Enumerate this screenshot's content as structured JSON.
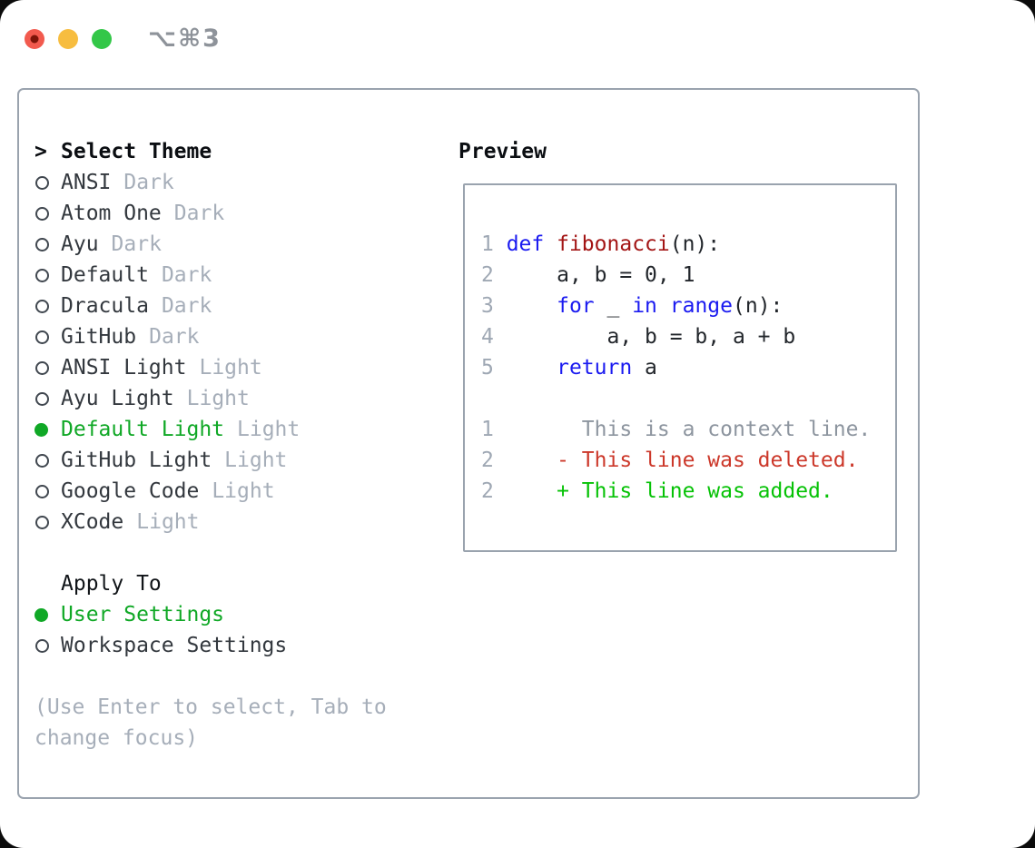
{
  "colors": {
    "accent_green": "#10a826",
    "keyword_blue": "#1a1af0",
    "function_red": "#a31515",
    "deleted_red": "#cc382a",
    "added_green": "#06c206",
    "muted_gray": "#a6aeb9",
    "border_gray": "#9aa3ae",
    "traffic_red": "#f25a4e",
    "traffic_yellow": "#f7bd40",
    "traffic_green": "#33c748"
  },
  "titlebar": {
    "shortcut": "⌥⌘3"
  },
  "theme_panel": {
    "header": "Select Theme",
    "items": [
      {
        "name": "ANSI",
        "variant": "Dark",
        "selected": false
      },
      {
        "name": "Atom One",
        "variant": "Dark",
        "selected": false
      },
      {
        "name": "Ayu",
        "variant": "Dark",
        "selected": false
      },
      {
        "name": "Default",
        "variant": "Dark",
        "selected": false
      },
      {
        "name": "Dracula",
        "variant": "Dark",
        "selected": false
      },
      {
        "name": "GitHub",
        "variant": "Dark",
        "selected": false
      },
      {
        "name": "ANSI Light",
        "variant": "Light",
        "selected": false
      },
      {
        "name": "Ayu Light",
        "variant": "Light",
        "selected": false
      },
      {
        "name": "Default Light",
        "variant": "Light",
        "selected": true
      },
      {
        "name": "GitHub Light",
        "variant": "Light",
        "selected": false
      },
      {
        "name": "Google Code",
        "variant": "Light",
        "selected": false
      },
      {
        "name": "XCode",
        "variant": "Light",
        "selected": false
      }
    ],
    "apply_header": "Apply To",
    "apply_items": [
      {
        "label": "User Settings",
        "selected": true
      },
      {
        "label": "Workspace Settings",
        "selected": false
      }
    ],
    "footer_hint": "(Use Enter to select, Tab to\nchange focus)"
  },
  "preview": {
    "title": "Preview",
    "lines": [
      {
        "tokens": [
          [
            "ln",
            "1 "
          ],
          [
            "kw",
            "def"
          ],
          [
            "pl",
            " "
          ],
          [
            "fn",
            "fibonacci"
          ],
          [
            "pl",
            "(n):"
          ]
        ]
      },
      {
        "tokens": [
          [
            "ln",
            "2 "
          ],
          [
            "pl",
            "    a, b = 0, 1"
          ]
        ]
      },
      {
        "tokens": [
          [
            "ln",
            "3 "
          ],
          [
            "pl",
            "    "
          ],
          [
            "kw",
            "for"
          ],
          [
            "pl",
            " _ "
          ],
          [
            "kw",
            "in"
          ],
          [
            "pl",
            " "
          ],
          [
            "kw",
            "range"
          ],
          [
            "pl",
            "(n):"
          ]
        ]
      },
      {
        "tokens": [
          [
            "ln",
            "4 "
          ],
          [
            "pl",
            "        a, b = b, a + b"
          ]
        ]
      },
      {
        "tokens": [
          [
            "ln",
            "5 "
          ],
          [
            "pl",
            "    "
          ],
          [
            "kw",
            "return"
          ],
          [
            "pl",
            " a"
          ]
        ]
      },
      {
        "tokens": []
      },
      {
        "tokens": [
          [
            "ln",
            "1 "
          ],
          [
            "ctx",
            "      This is a context line."
          ]
        ]
      },
      {
        "tokens": [
          [
            "ln",
            "2 "
          ],
          [
            "del",
            "    - This line was deleted."
          ]
        ]
      },
      {
        "tokens": [
          [
            "ln",
            "2 "
          ],
          [
            "add",
            "    + This line was added."
          ]
        ]
      }
    ]
  }
}
